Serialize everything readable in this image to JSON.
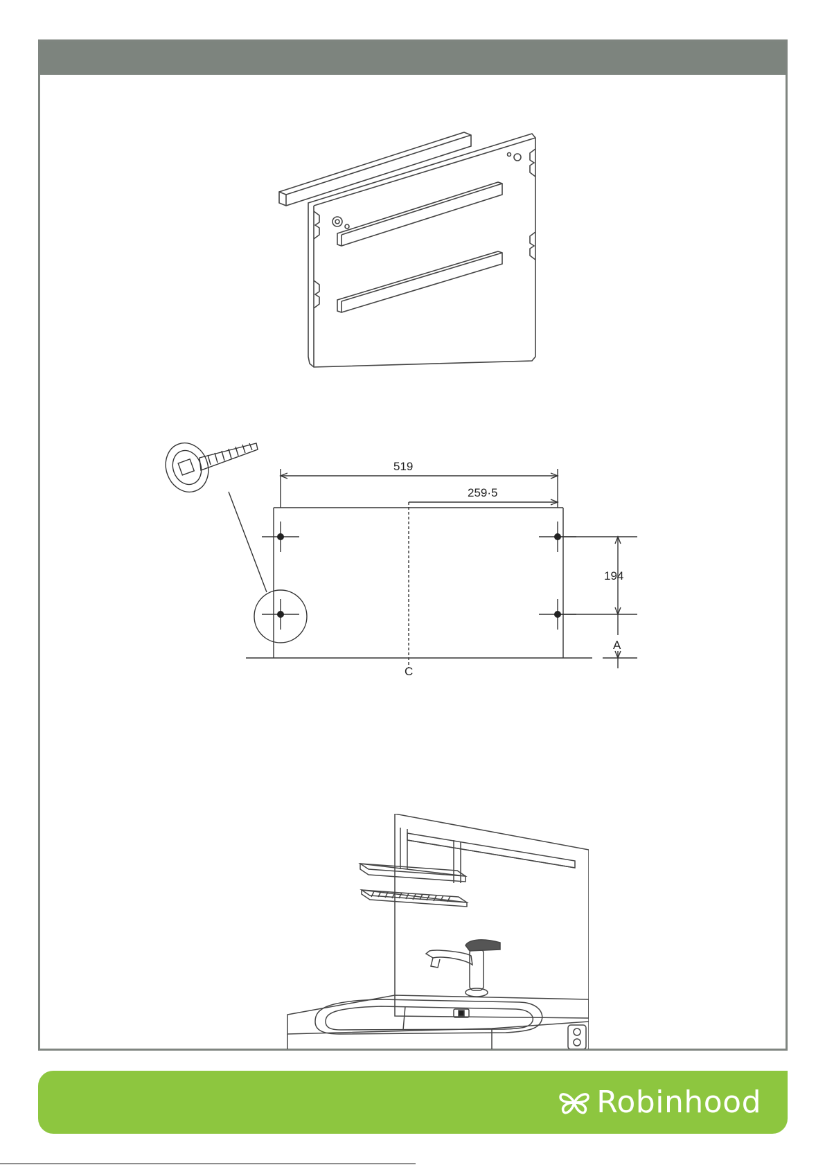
{
  "drawing": {
    "dim_width": "519",
    "dim_half": "259·5",
    "dim_height": "194",
    "dim_offset": "A",
    "centerline": "Ç"
  },
  "footer": {
    "brand": "Robinhood"
  },
  "colors": {
    "frame_header": "#7d847e",
    "footer_green": "#8dc63f",
    "line": "#333333"
  }
}
